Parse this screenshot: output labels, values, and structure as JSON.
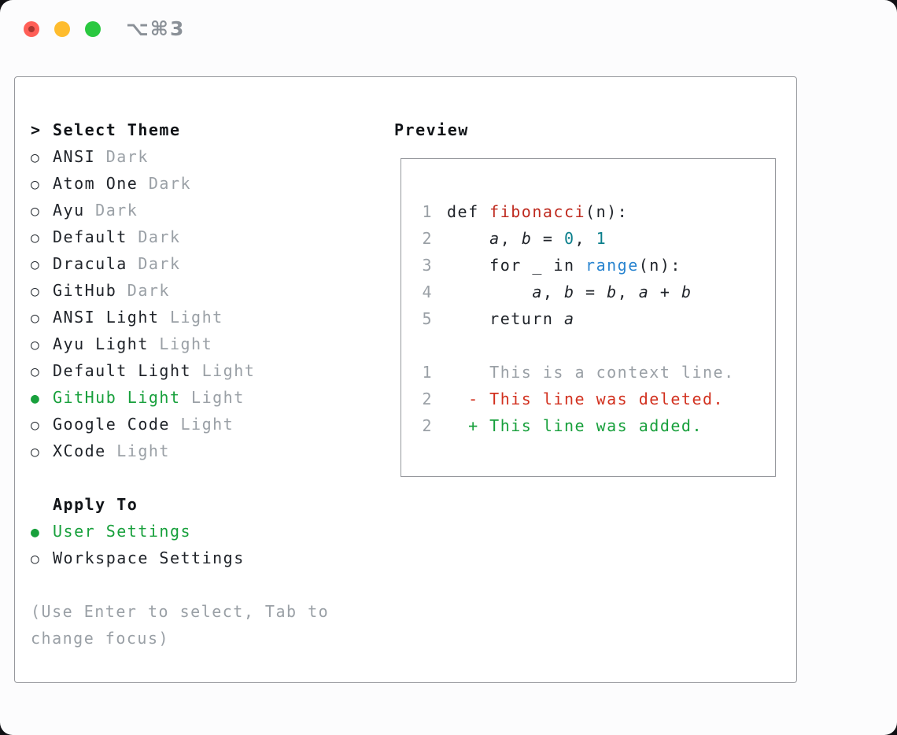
{
  "window": {
    "shortcut": "⌥⌘3"
  },
  "colors": {
    "selected_green": "#18a03c",
    "added_green": "#18a03c",
    "deleted_red": "#d2311f",
    "function_red": "#bf2b20",
    "number_teal": "#0b7f8c",
    "call_blue": "#2a85d0",
    "muted_gray": "#9aa0a6",
    "traffic_red": "#ff5f57",
    "traffic_yellow": "#febc2e",
    "traffic_green": "#2ac840"
  },
  "theme_picker": {
    "prompt": ">",
    "title": "Select Theme",
    "items": [
      {
        "name": "ANSI",
        "variant": "Dark",
        "selected": false
      },
      {
        "name": "Atom One",
        "variant": "Dark",
        "selected": false
      },
      {
        "name": "Ayu",
        "variant": "Dark",
        "selected": false
      },
      {
        "name": "Default",
        "variant": "Dark",
        "selected": false
      },
      {
        "name": "Dracula",
        "variant": "Dark",
        "selected": false
      },
      {
        "name": "GitHub",
        "variant": "Dark",
        "selected": false
      },
      {
        "name": "ANSI Light",
        "variant": "Light",
        "selected": false
      },
      {
        "name": "Ayu Light",
        "variant": "Light",
        "selected": false
      },
      {
        "name": "Default Light",
        "variant": "Light",
        "selected": false
      },
      {
        "name": "GitHub Light",
        "variant": "Light",
        "selected": true
      },
      {
        "name": "Google Code",
        "variant": "Light",
        "selected": false
      },
      {
        "name": "XCode",
        "variant": "Light",
        "selected": false
      }
    ]
  },
  "apply_to": {
    "title": "Apply To",
    "options": [
      {
        "name": "User Settings",
        "selected": true
      },
      {
        "name": "Workspace Settings",
        "selected": false
      }
    ]
  },
  "hint": {
    "lines": [
      "(Use Enter to select, Tab to",
      "change focus)"
    ]
  },
  "preview": {
    "title": "Preview",
    "lines": [
      {
        "num": "1",
        "tokens": [
          {
            "t": "def ",
            "c": "plain"
          },
          {
            "t": "fibonacci",
            "c": "func"
          },
          {
            "t": "(n):",
            "c": "plain"
          }
        ]
      },
      {
        "num": "2",
        "tokens": [
          {
            "t": "    ",
            "c": "plain"
          },
          {
            "t": "a",
            "c": "var"
          },
          {
            "t": ", ",
            "c": "plain"
          },
          {
            "t": "b",
            "c": "var"
          },
          {
            "t": " = ",
            "c": "plain"
          },
          {
            "t": "0",
            "c": "num"
          },
          {
            "t": ", ",
            "c": "plain"
          },
          {
            "t": "1",
            "c": "num"
          }
        ]
      },
      {
        "num": "3",
        "tokens": [
          {
            "t": "    for _ in ",
            "c": "plain"
          },
          {
            "t": "range",
            "c": "call"
          },
          {
            "t": "(n):",
            "c": "plain"
          }
        ]
      },
      {
        "num": "4",
        "tokens": [
          {
            "t": "        ",
            "c": "plain"
          },
          {
            "t": "a",
            "c": "var"
          },
          {
            "t": ", ",
            "c": "plain"
          },
          {
            "t": "b",
            "c": "var"
          },
          {
            "t": " = ",
            "c": "plain"
          },
          {
            "t": "b",
            "c": "var"
          },
          {
            "t": ", ",
            "c": "plain"
          },
          {
            "t": "a",
            "c": "var"
          },
          {
            "t": " + ",
            "c": "plain"
          },
          {
            "t": "b",
            "c": "var"
          }
        ]
      },
      {
        "num": "5",
        "tokens": [
          {
            "t": "    return ",
            "c": "plain"
          },
          {
            "t": "a",
            "c": "var"
          }
        ]
      },
      {
        "num": "",
        "tokens": []
      },
      {
        "num": "1",
        "tokens": [
          {
            "t": "    ",
            "c": "plain"
          },
          {
            "t": "This is a context line.",
            "c": "ctx"
          }
        ]
      },
      {
        "num": "2",
        "tokens": [
          {
            "t": "  ",
            "c": "plain"
          },
          {
            "t": "- This line was deleted.",
            "c": "del"
          }
        ]
      },
      {
        "num": "2",
        "tokens": [
          {
            "t": "  ",
            "c": "plain"
          },
          {
            "t": "+ This line was added.",
            "c": "add"
          }
        ]
      }
    ]
  }
}
